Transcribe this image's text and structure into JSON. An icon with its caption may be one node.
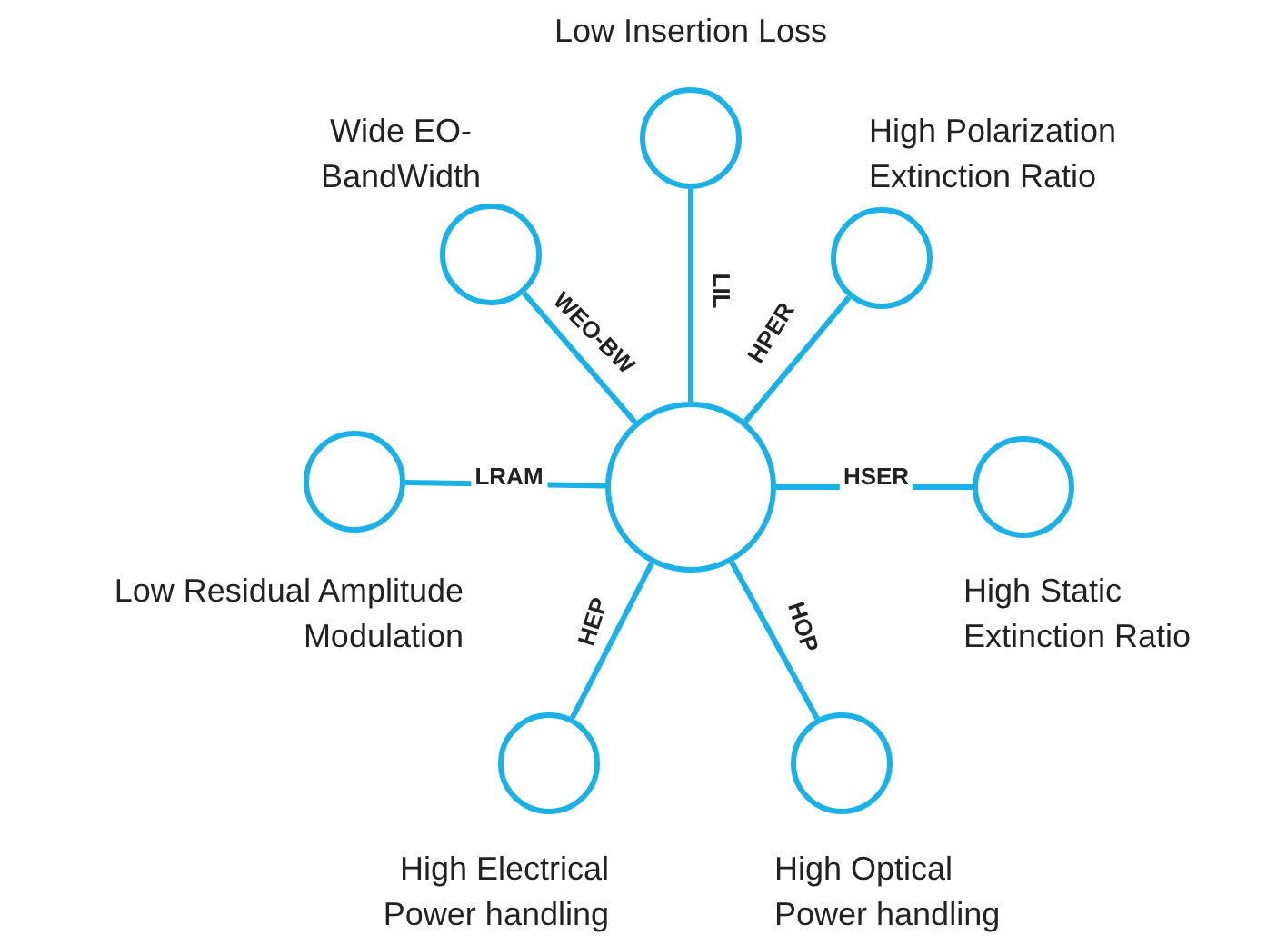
{
  "diagram": {
    "nodes": [
      {
        "text": [],
        "shape": "circle"
      },
      {
        "text": [
          "Low Insertion Loss"
        ]
      },
      {
        "text": [
          "Wide EO- BandWidth"
        ]
      },
      {
        "text": [
          "High Polarization Extinction Ratio"
        ]
      },
      {
        "text": [
          "Low Residual Amplitude Modulation"
        ]
      },
      {
        "text": [
          "High Static Extinction Ratio"
        ]
      },
      {
        "text": [
          "High Electrical Power handling"
        ]
      },
      {
        "text": [
          "High Optical Power handling"
        ]
      }
    ],
    "edges": [
      {
        "from": 0,
        "to": 1,
        "arrow": "none",
        "label": "LIL"
      },
      {
        "from": 0,
        "to": 2,
        "arrow": "none",
        "label": "WEO-BW"
      },
      {
        "from": 0,
        "to": 3,
        "arrow": "none",
        "label": "HPER"
      },
      {
        "from": 0,
        "to": 4,
        "arrow": "none",
        "label": "LRAM"
      },
      {
        "from": 0,
        "to": 5,
        "arrow": "none",
        "label": "HSER"
      },
      {
        "from": 0,
        "to": 6,
        "arrow": "none",
        "label": "HEP"
      },
      {
        "from": 0,
        "to": 7,
        "arrow": "none",
        "label": "HOP"
      }
    ]
  }
}
